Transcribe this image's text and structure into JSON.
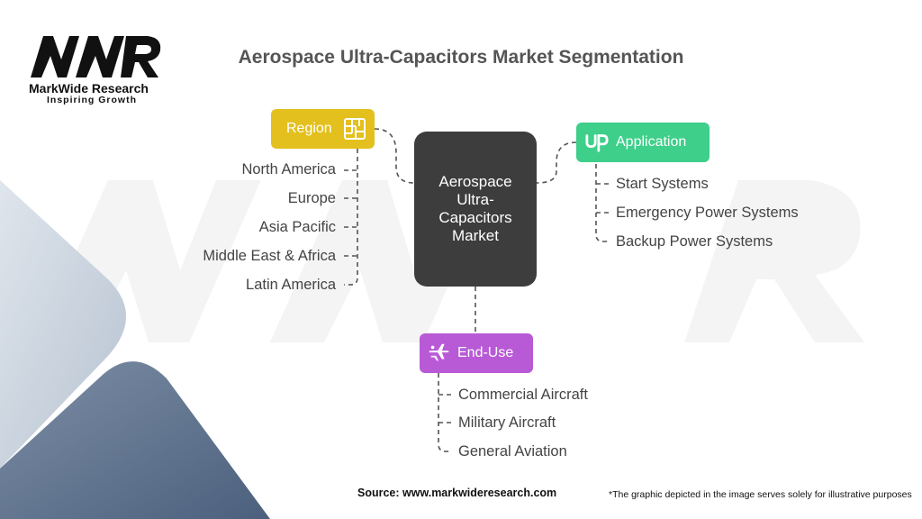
{
  "logo": {
    "mark": "MWR",
    "name": "MarkWide Research",
    "tagline": "Inspiring Growth"
  },
  "title": "Aerospace Ultra-Capacitors Market Segmentation",
  "center": {
    "label": "Aerospace Ultra-Capacitors Market"
  },
  "categories": {
    "region": {
      "label": "Region",
      "icon": "map-grid-icon",
      "color": "#e3c01d",
      "items": [
        "North America",
        "Europe",
        "Asia Pacific",
        "Middle East & Africa",
        "Latin America"
      ]
    },
    "application": {
      "label": "Application",
      "icon": "up-logo-icon",
      "color": "#3ecf8a",
      "items": [
        "Start Systems",
        "Emergency Power Systems",
        "Backup Power Systems"
      ]
    },
    "end_use": {
      "label": "End-Use",
      "icon": "aircraft-icon",
      "color": "#b85ad6",
      "items": [
        "Commercial Aircraft",
        "Military Aircraft",
        "General Aviation"
      ]
    }
  },
  "footer": {
    "source": "Source: www.markwideresearch.com",
    "disclaimer": "*The graphic depicted in the image serves solely for illustrative purposes"
  }
}
